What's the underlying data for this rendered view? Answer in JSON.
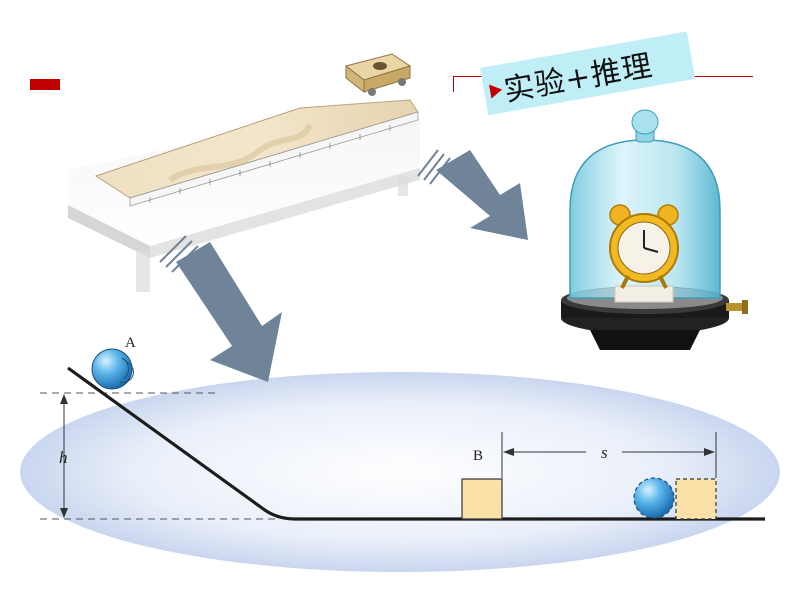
{
  "banner": {
    "text": "实验+推理"
  },
  "diagram": {
    "label_a": "A",
    "label_b": "B",
    "label_h": "h",
    "label_s": "s"
  },
  "colors": {
    "accent_red": "#c00000",
    "banner_bg": "#bfeef7",
    "big_arrow": "#6f8399",
    "block_fill": "#fbe1a7",
    "ball": "#3b9fd9"
  },
  "icons": [
    "incline-experiment-image",
    "bell-jar-clock-image",
    "ball-icon",
    "block-icon",
    "arrow-icon"
  ]
}
